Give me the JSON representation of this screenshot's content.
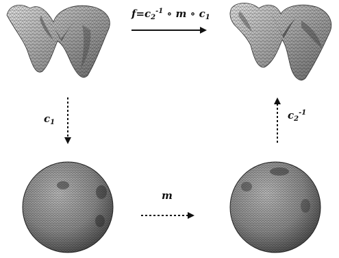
{
  "labels": {
    "top_arrow": {
      "prefix": "f=c",
      "sub1": "2",
      "sup1": "-1",
      "compose1": " ∘ ",
      "m": "m",
      "compose2": " ∘ ",
      "c": "c",
      "sub2": "1"
    },
    "left_arrow": {
      "c": "c",
      "sub": "1"
    },
    "right_arrow": {
      "c": "c",
      "sub": "2",
      "sup": "-1"
    },
    "bottom_arrow": {
      "m": "m"
    }
  },
  "colors": {
    "mesh_fill": "#9a9a9a",
    "mesh_dark": "#3a3a3a",
    "mesh_light": "#e8e8e8",
    "arrow": "#111111"
  }
}
